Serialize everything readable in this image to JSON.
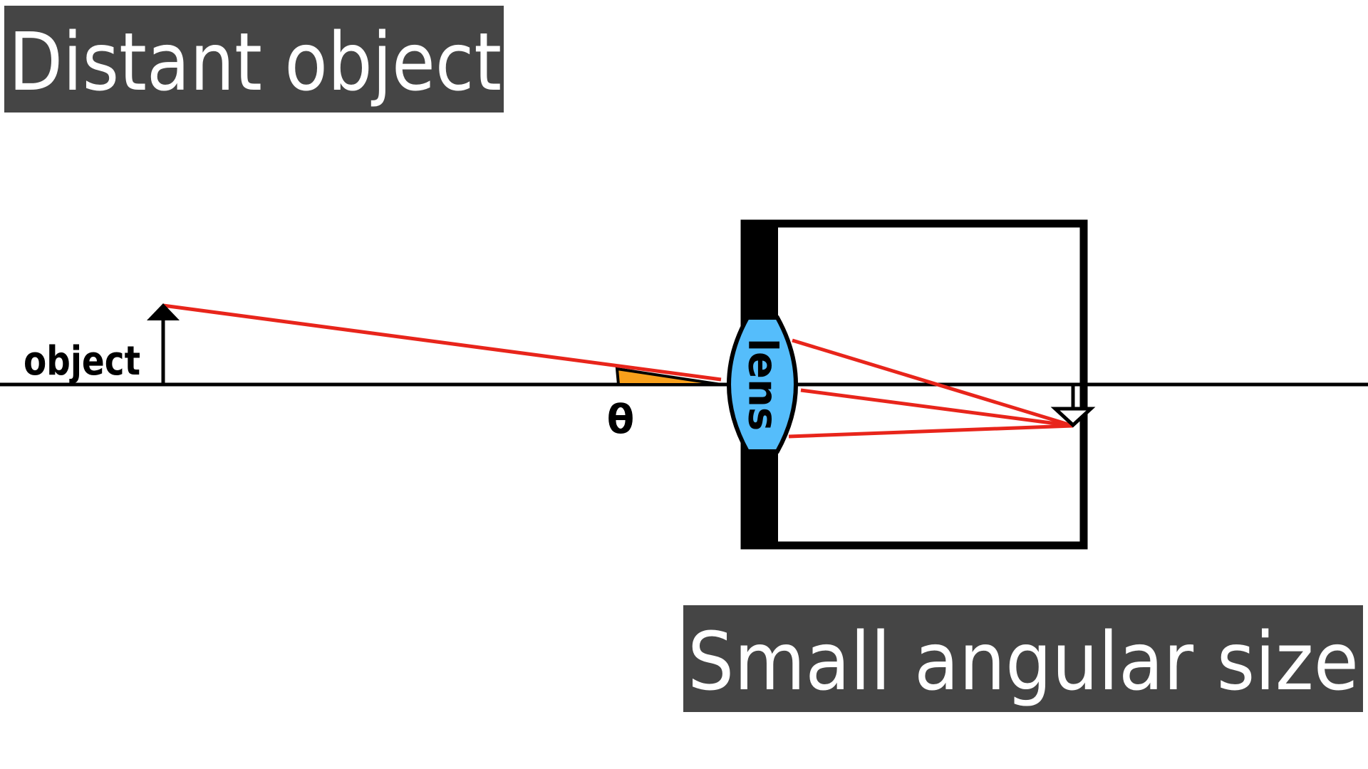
{
  "banners": {
    "top": "Distant object",
    "bottom": "Small angular size"
  },
  "labels": {
    "object": "object",
    "angle": "θ",
    "lens": "lens"
  },
  "colors": {
    "banner_bg": "#454545",
    "banner_text": "#ffffff",
    "ray": "#e8251b",
    "angle_fill": "#f9a01b",
    "lens_fill": "#55bdfb",
    "line": "#000000"
  }
}
